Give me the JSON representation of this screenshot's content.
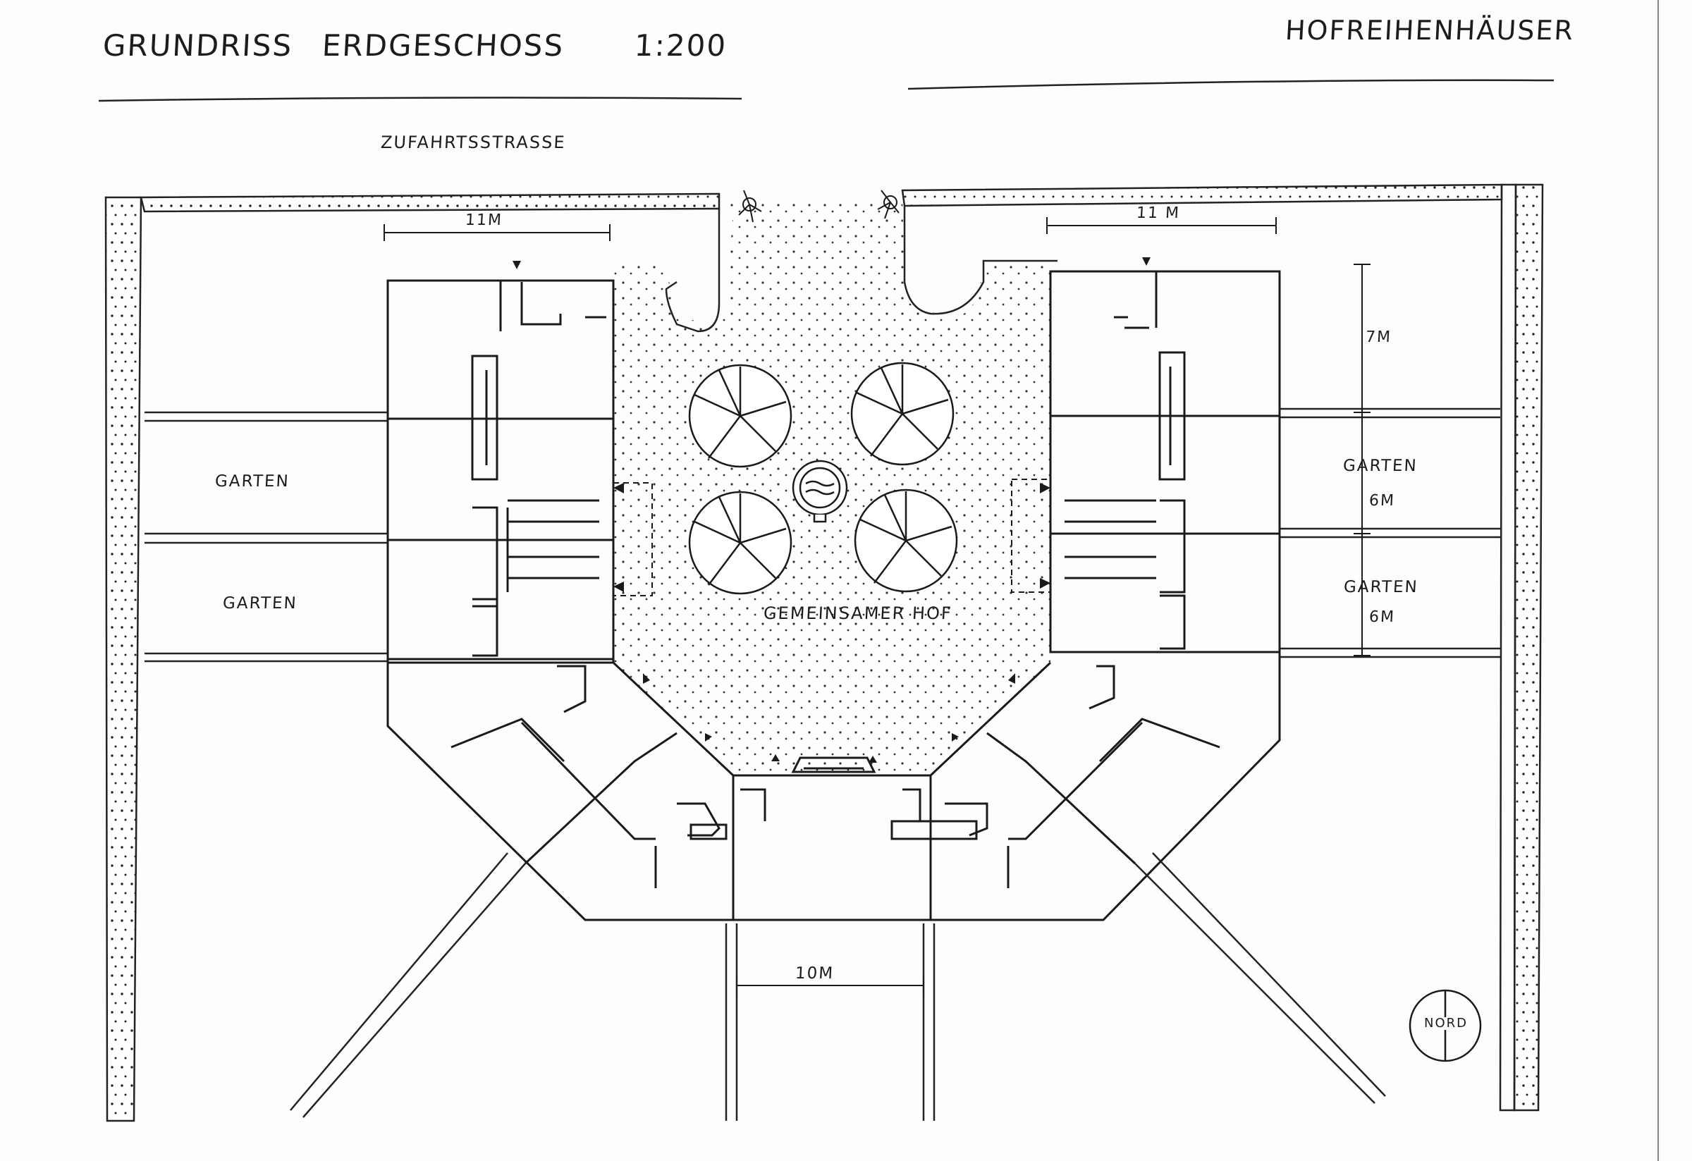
{
  "header": {
    "title": "GRUNDRISS",
    "floor": "ERDGESCHOSS",
    "scale": "1:200",
    "project": "HOFREIHENHÄUSER"
  },
  "labels": {
    "access_road": "ZUFAHRTSSTRASSE",
    "courtyard": "GEMEINSAMER HOF",
    "garden": "GARTEN",
    "north": "NORD"
  },
  "dimensions": {
    "left_width": "11M",
    "right_width": "11 M",
    "unit_depth": "7M",
    "garden_depth": "6M",
    "bottom_width": "10M"
  },
  "icons": {
    "north_arrow": "north-compass-icon",
    "tree": "tree-canopy-icon",
    "fountain": "fountain-icon",
    "entrance": "entrance-triangle-icon"
  },
  "colors": {
    "ink": "#1a1a1a",
    "paper": "#fdfdfd"
  }
}
